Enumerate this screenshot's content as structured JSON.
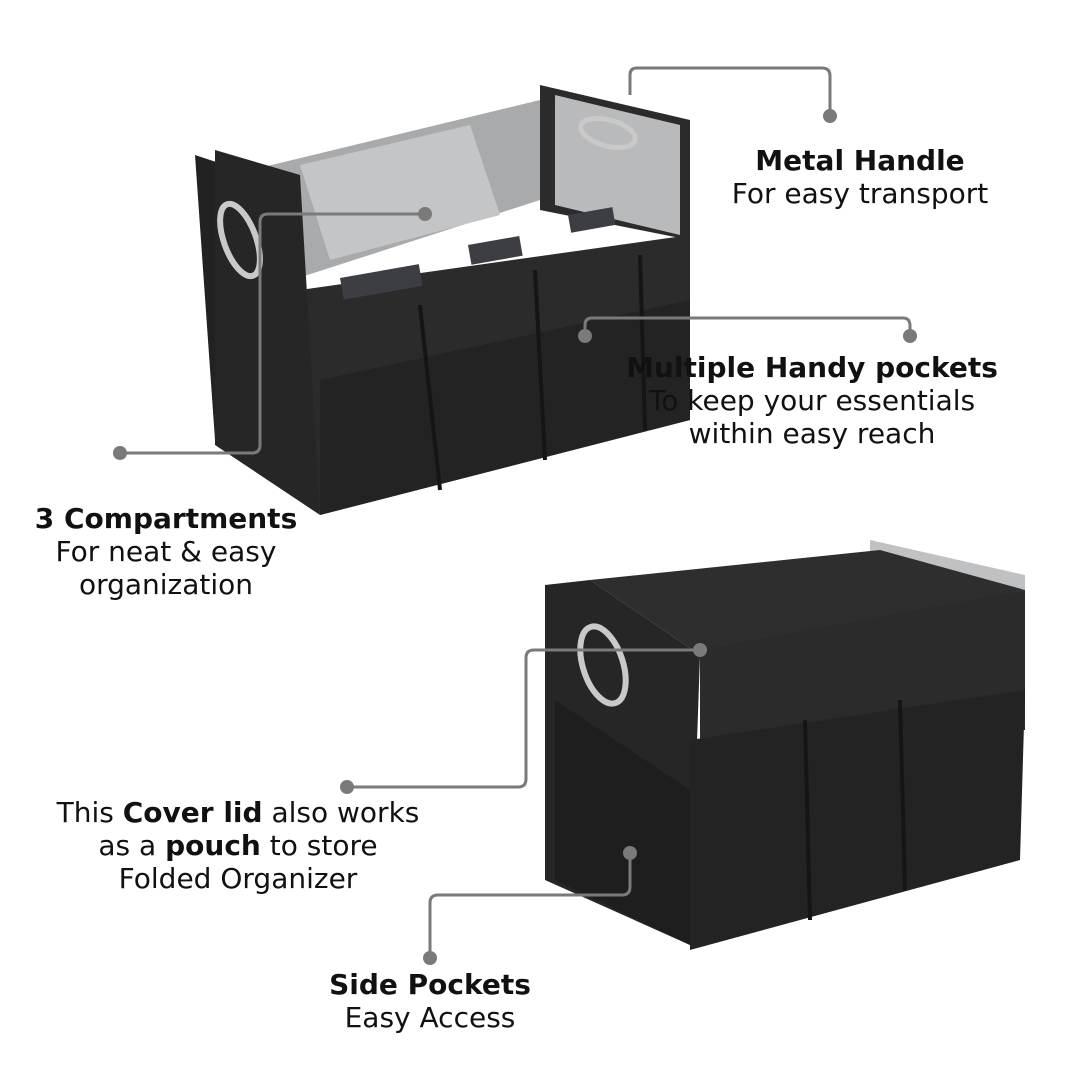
{
  "colors": {
    "box": "#2b2b2c",
    "box_dark": "#1c1c1d",
    "lining": "#b9babb",
    "connector": "#7a7a7a"
  },
  "callouts": {
    "metal_handle": {
      "title": "Metal Handle",
      "desc": "For easy transport"
    },
    "pockets": {
      "title": "Multiple Handy pockets",
      "desc1": "To keep your essentials",
      "desc2": "within easy reach"
    },
    "compartments": {
      "title": "3 Compartments",
      "desc1": "For neat & easy",
      "desc2": "organization"
    },
    "cover_lid": {
      "pre1": "This ",
      "bold1": "Cover lid",
      "post1": " also works",
      "pre2": "as a ",
      "bold2": "pouch",
      "post2": " to store",
      "line3": "Folded Organizer"
    },
    "side_pockets": {
      "title": "Side Pockets",
      "desc": "Easy Access"
    }
  }
}
